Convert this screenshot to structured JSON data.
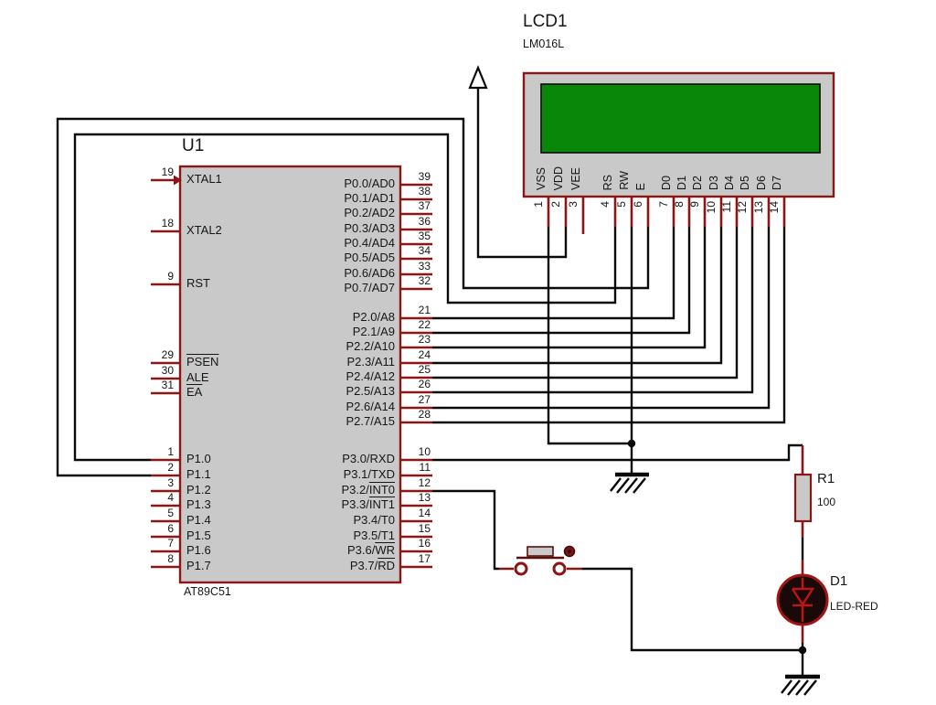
{
  "schematic": {
    "u1": {
      "ref": "U1",
      "part": "AT89C51",
      "left_pins": [
        {
          "num": "19",
          "pre": "XTAL1"
        },
        {
          "num": "18",
          "pre": "XTAL2"
        },
        {
          "num": "9",
          "pre": "RST"
        },
        {
          "num": "29",
          "pre": "",
          "bar": "PSEN"
        },
        {
          "num": "30",
          "pre": "ALE"
        },
        {
          "num": "31",
          "pre": "",
          "bar": "EA"
        },
        {
          "num": "1",
          "pre": "P1.0"
        },
        {
          "num": "2",
          "pre": "P1.1"
        },
        {
          "num": "3",
          "pre": "P1.2"
        },
        {
          "num": "4",
          "pre": "P1.3"
        },
        {
          "num": "5",
          "pre": "P1.4"
        },
        {
          "num": "6",
          "pre": "P1.5"
        },
        {
          "num": "7",
          "pre": "P1.6"
        },
        {
          "num": "8",
          "pre": "P1.7"
        }
      ],
      "p0_pins": [
        {
          "num": "39",
          "pre": "P0.0/AD0"
        },
        {
          "num": "38",
          "pre": "P0.1/AD1"
        },
        {
          "num": "37",
          "pre": "P0.2/AD2"
        },
        {
          "num": "36",
          "pre": "P0.3/AD3"
        },
        {
          "num": "35",
          "pre": "P0.4/AD4"
        },
        {
          "num": "34",
          "pre": "P0.5/AD5"
        },
        {
          "num": "33",
          "pre": "P0.6/AD6"
        },
        {
          "num": "32",
          "pre": "P0.7/AD7"
        }
      ],
      "p2_pins": [
        {
          "num": "21",
          "pre": "P2.0/A8"
        },
        {
          "num": "22",
          "pre": "P2.1/A9"
        },
        {
          "num": "23",
          "pre": "P2.2/A10"
        },
        {
          "num": "24",
          "pre": "P2.3/A11"
        },
        {
          "num": "25",
          "pre": "P2.4/A12"
        },
        {
          "num": "26",
          "pre": "P2.5/A13"
        },
        {
          "num": "27",
          "pre": "P2.6/A14"
        },
        {
          "num": "28",
          "pre": "P2.7/A15"
        }
      ],
      "p3_pins": [
        {
          "num": "10",
          "pre": "P3.0/RXD"
        },
        {
          "num": "11",
          "pre": "P3.1/TXD"
        },
        {
          "num": "12",
          "pre": "P3.2/",
          "bar": "INT0"
        },
        {
          "num": "13",
          "pre": "P3.3/",
          "bar": "INT1"
        },
        {
          "num": "14",
          "pre": "P3.4/T0"
        },
        {
          "num": "15",
          "pre": "P3.5/T1"
        },
        {
          "num": "16",
          "pre": "P3.6/",
          "bar": "WR"
        },
        {
          "num": "17",
          "pre": "P3.7/",
          "bar": "RD"
        }
      ]
    },
    "lcd1": {
      "ref": "LCD1",
      "part": "LM016L",
      "pins": [
        {
          "num": "1",
          "label": "VSS"
        },
        {
          "num": "2",
          "label": "VDD"
        },
        {
          "num": "3",
          "label": "VEE"
        },
        {
          "num": "4",
          "label": "RS"
        },
        {
          "num": "5",
          "label": "RW"
        },
        {
          "num": "6",
          "label": "E"
        },
        {
          "num": "7",
          "label": "D0"
        },
        {
          "num": "8",
          "label": "D1"
        },
        {
          "num": "9",
          "label": "D2"
        },
        {
          "num": "10",
          "label": "D3"
        },
        {
          "num": "11",
          "label": "D4"
        },
        {
          "num": "12",
          "label": "D5"
        },
        {
          "num": "13",
          "label": "D6"
        },
        {
          "num": "14",
          "label": "D7"
        }
      ]
    },
    "r1": {
      "ref": "R1",
      "value": "100"
    },
    "d1": {
      "ref": "D1",
      "value": "LED-RED"
    }
  },
  "colors": {
    "wire": "#0a0a0a",
    "pin_red": "#8a1616",
    "body_gray": "#c9c9c9",
    "lcd_green": "#088708",
    "led_fill": "#190a0a",
    "led_symbol": "#c11414"
  }
}
